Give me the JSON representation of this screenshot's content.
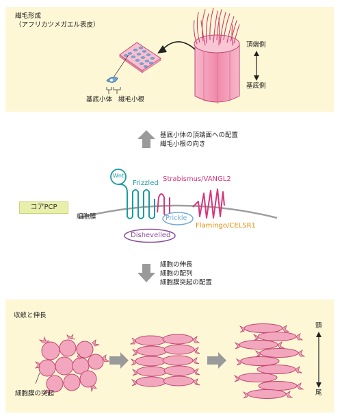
{
  "top_panel": {
    "title_line1": "繊毛形成",
    "title_line2": "（アフリカツメガエル表皮）",
    "label_basal_body": "基底小体",
    "label_rootlet": "繊毛小根",
    "label_apical": "頂端側",
    "label_basal": "基底側"
  },
  "middle": {
    "up_text_line1": "基底小体の頂端面への配置",
    "up_text_line2": "繊毛小根の向き",
    "core_pcp": "コアPCP",
    "membrane": "細胞膜",
    "wnt": "Wnt",
    "frizzled": "Frizzled",
    "strabismus": "Strabismus/VANGL2",
    "prickle": "Prickle",
    "flamingo": "Flamingo/CELSR1",
    "dishevelled": "Dishevelled",
    "down_text_line1": "細胞の伸長",
    "down_text_line2": "細胞の配列",
    "down_text_line3": "細胞膜突起の配置"
  },
  "bottom_panel": {
    "title": "収斂と伸長",
    "label_protrusion": "細胞膜の突起",
    "label_head": "頭",
    "label_tail": "尾"
  },
  "colors": {
    "panel_bg": "#fdf7d6",
    "frizzled": "#1a9aa0",
    "strabismus": "#d6357a",
    "prickle": "#6fa8d8",
    "flamingo": "#e68a00",
    "dishevelled": "#8a4a9a",
    "cell_fill": "#f2a7bf",
    "cell_stroke": "#c2456e",
    "arrow_gray": "#9a9a9a",
    "pcp_box": "#e8efaa"
  }
}
